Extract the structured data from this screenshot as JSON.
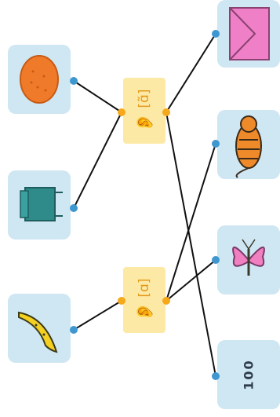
{
  "labels": {
    "nasal_a": {
      "ipa": "[ɑ̃]",
      "icon": "ear-icon"
    },
    "oral_a": {
      "ipa": "[ɑ]",
      "icon": "ear-icon"
    }
  },
  "cards": {
    "orange_fruit": {
      "icon": "orange-icon"
    },
    "bench": {
      "icon": "bench-icon"
    },
    "banana": {
      "icon": "banana-icon"
    },
    "envelope": {
      "icon": "envelope-icon"
    },
    "tiger": {
      "icon": "tiger-icon"
    },
    "butterfly": {
      "icon": "butterfly-icon"
    },
    "number": {
      "text": "100"
    }
  },
  "colors": {
    "card_bg": "#cfe6f3",
    "label_bg": "#fde9a6",
    "label_text": "#e39a1c",
    "dot_blue": "#3f97d0",
    "dot_orange": "#f5a81a",
    "line": "#111111"
  }
}
